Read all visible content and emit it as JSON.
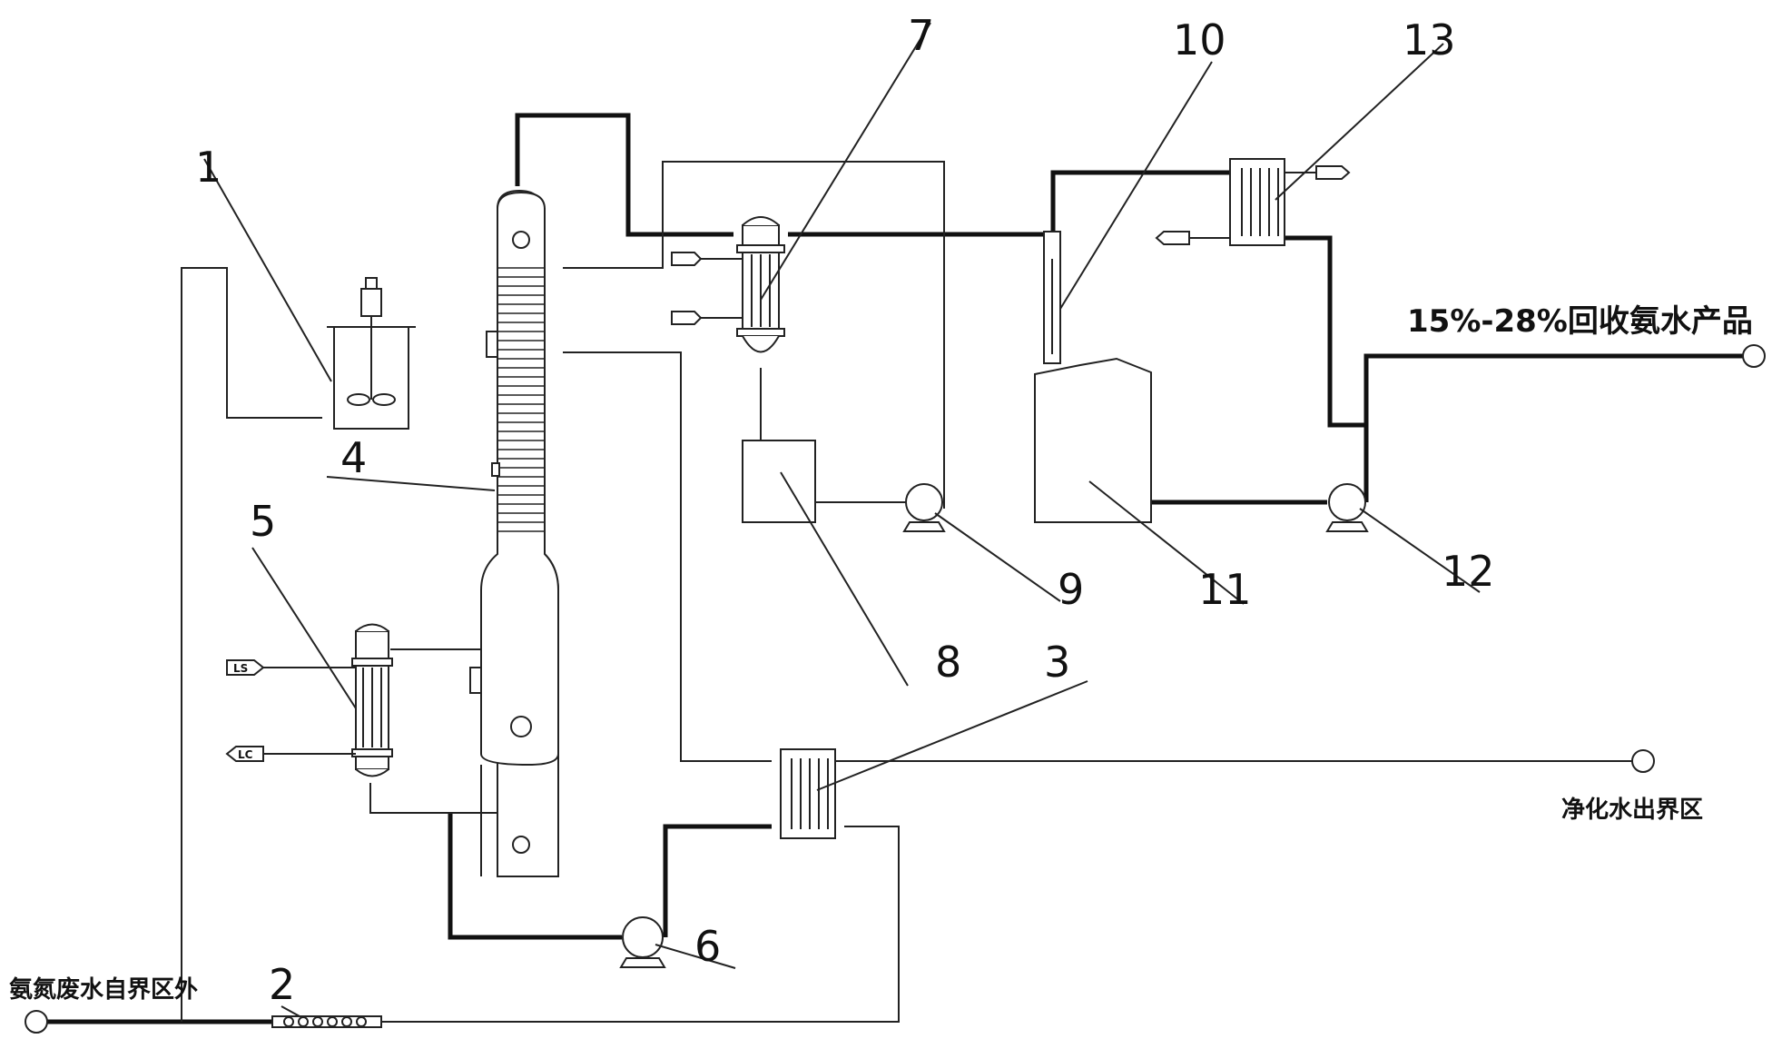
{
  "callouts": {
    "n1": "1",
    "n2": "2",
    "n3": "3",
    "n4": "4",
    "n5": "5",
    "n6": "6",
    "n7": "7",
    "n8": "8",
    "n9": "9",
    "n10": "10",
    "n11": "11",
    "n12": "12",
    "n13": "13"
  },
  "labels": {
    "feed_inlet": "氨氮废水自界区外",
    "purified_water_outlet": "净化水出界区",
    "product_outlet": "15%-28%回收氨水产品",
    "steam_supply": "LS",
    "condensate_return": "LC"
  }
}
